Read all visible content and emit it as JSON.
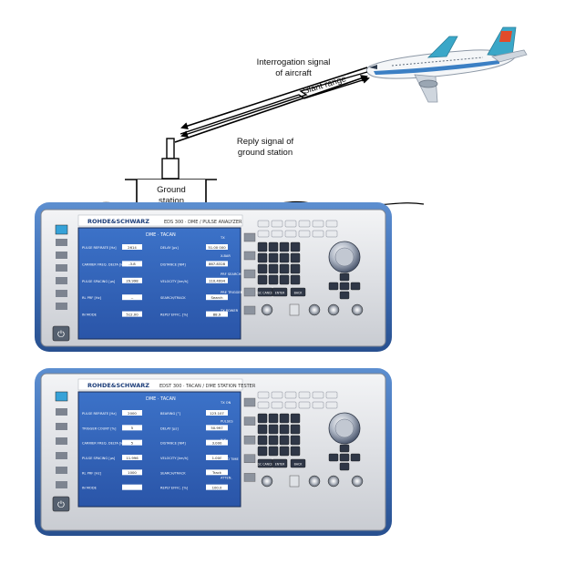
{
  "diagram": {
    "interrogation_label_line1": "Interrogation signal",
    "interrogation_label_line2": "of aircraft",
    "slant_range_label": "Slant range",
    "reply_label_line1": "Reply signal of",
    "reply_label_line2": "ground station",
    "ground_station_line1": "Ground",
    "ground_station_line2": "station"
  },
  "instrument_top": {
    "brand": "ROHDE&SCHWARZ",
    "model": "EDS 300 · DME / PULSE ANALYZER",
    "mode_tab": "DME · TACAN",
    "key_enter": "ENTER",
    "key_back": "BACK",
    "key_esc": "ESC CANCEL",
    "side_keys": [
      "TX",
      "X-BAR",
      "PRF SEARCH",
      "PRE TRIGGER",
      "TX POWER"
    ],
    "rows": [
      [
        "PULSE REP.RATE [Hz]",
        "2614",
        "DELAY [µs]",
        "51.00 000"
      ],
      [
        "CARRIER FREQ. DELTA [kHz]",
        "-3.8",
        "DISTANCE [NM]",
        "867.8328"
      ],
      [
        "PULSE SPACING [µs]",
        "29.998",
        "VELOCITY [km/h]",
        "110.4994"
      ],
      [
        "RL PRF [Hz]",
        "--",
        "SEARCH/TRACK",
        "Search"
      ],
      [
        "IN MODE",
        "512.00",
        "REPLY EFFIC. [%]",
        "88.9"
      ]
    ]
  },
  "instrument_bottom": {
    "brand": "ROHDE&SCHWARZ",
    "model": "EDST 300 · TACAN / DME STATION TESTER",
    "mode_tab": "DME · TACAN",
    "key_enter": "ENTER",
    "key_back": "BACK",
    "key_esc": "ESC CANCEL",
    "side_keys": [
      "TX ON",
      "PULSES",
      "X Y",
      "READ TIME",
      "ATTEN."
    ],
    "rows": [
      [
        "PULSE REP.RATE [Hz]",
        "2000",
        "BEARING [°]",
        "123.107"
      ],
      [
        "TRIGGER COUNT [%]",
        "5",
        "DELAY [µs]",
        "50.997"
      ],
      [
        "CARRIER FREQ. DELTA [kHz]",
        "5",
        "DISTANCE [NM]",
        "3.000"
      ],
      [
        "PULSE SPACING [µs]",
        "11.996",
        "VELOCITY [km/h]",
        "1.000"
      ],
      [
        "RL PRF [Hz]",
        "1000",
        "SEARCH/TRACK",
        "Track"
      ],
      [
        "IN MODE",
        "",
        "REPLY EFFIC. [%]",
        "100.0"
      ]
    ]
  }
}
